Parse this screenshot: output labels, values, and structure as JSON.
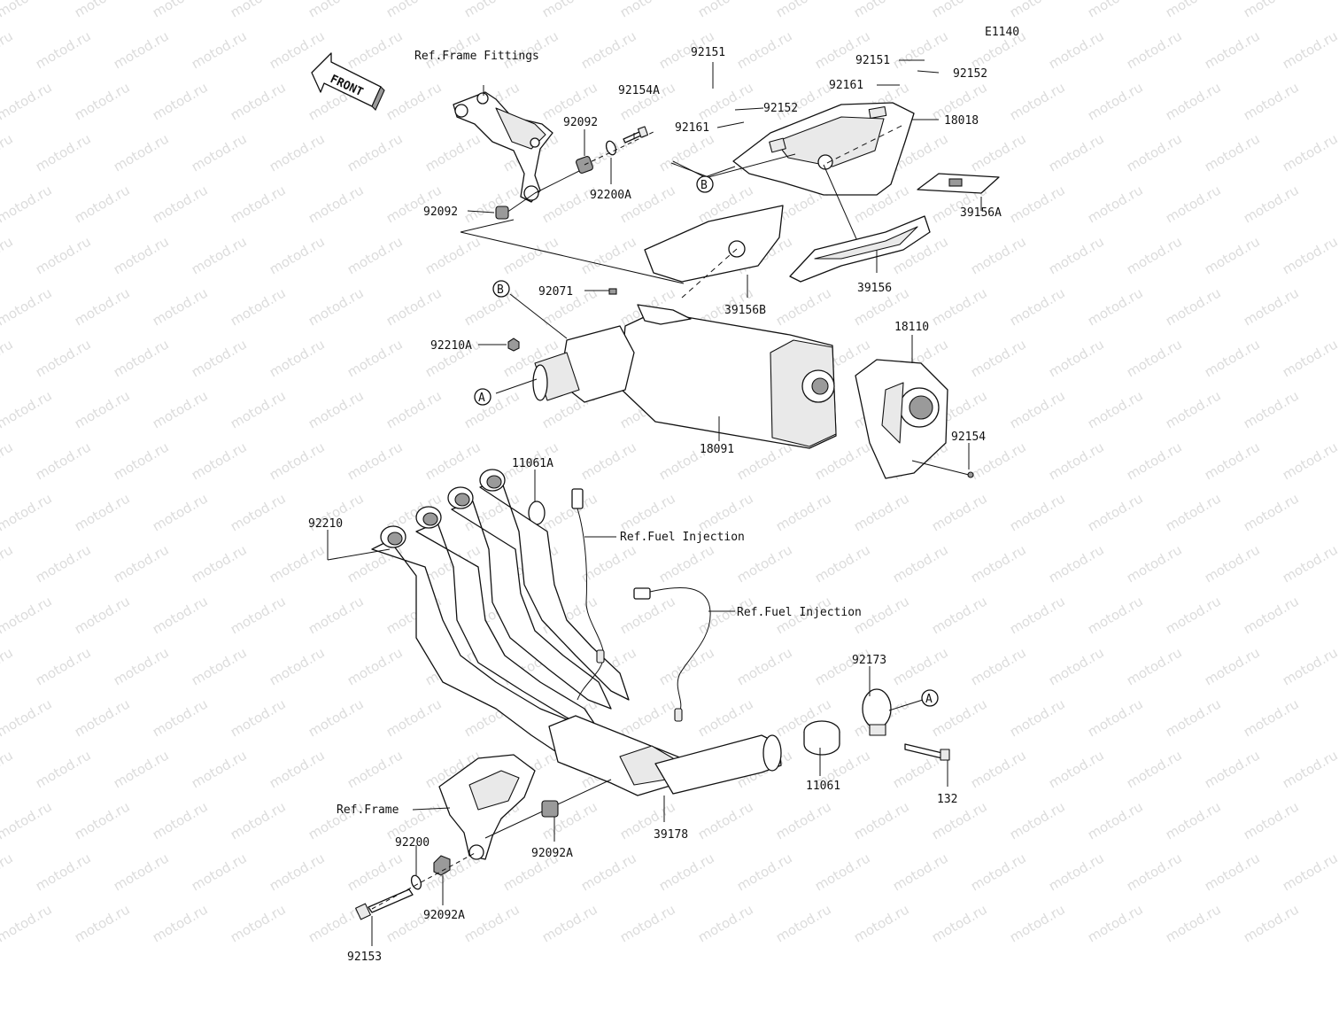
{
  "diagram": {
    "code": "E1140",
    "watermark": "motod.ru",
    "front_label": "FRONT",
    "callouts": {
      "a": "A",
      "b": "B"
    },
    "part_numbers": {
      "p92151_top": "92151",
      "p92151_mid": "92151",
      "p92152_top": "92152",
      "p92152_mid": "92152",
      "p92161_top": "92161",
      "p92161_mid": "92161",
      "p18018": "18018",
      "p39156A": "39156A",
      "p39156": "39156",
      "p39156B": "39156B",
      "p92154A": "92154A",
      "p92092_top": "92092",
      "p92092_low": "92092",
      "p92200A": "92200A",
      "p92071": "92071",
      "p92210A": "92210A",
      "p18110": "18110",
      "p92154": "92154",
      "p18091": "18091",
      "p11061A": "11061A",
      "p92210": "92210",
      "p92173": "92173",
      "p11061": "11061",
      "p132": "132",
      "p39178": "39178",
      "p92200": "92200",
      "p92092A_right": "92092A",
      "p92092A_left": "92092A",
      "p92153": "92153"
    },
    "references": {
      "frame_fittings": "Ref.Frame Fittings",
      "fuel_injection_1": "Ref.Fuel Injection",
      "fuel_injection_2": "Ref.Fuel Injection",
      "frame": "Ref.Frame"
    }
  }
}
